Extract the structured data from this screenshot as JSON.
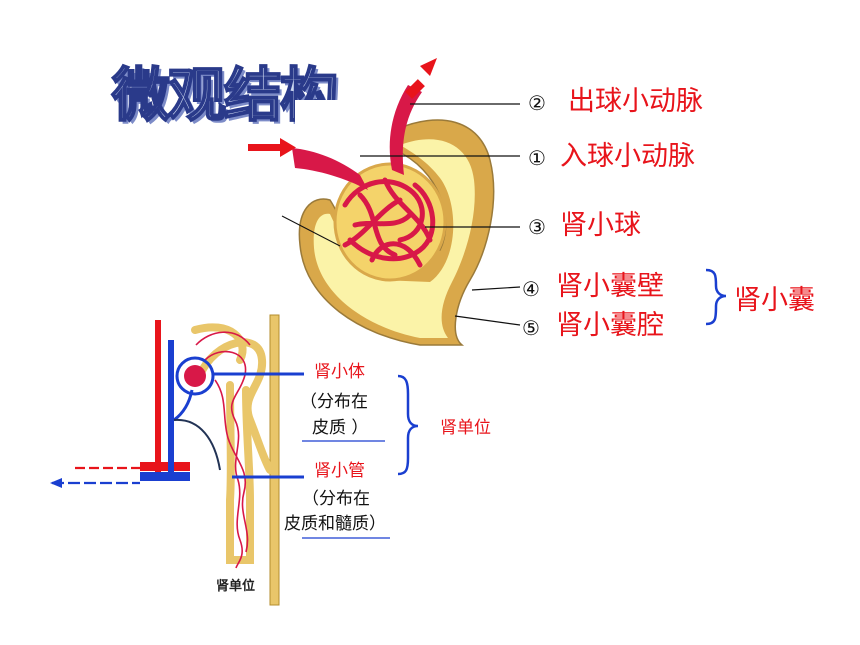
{
  "title": "微观结构",
  "top_labels": [
    {
      "num": "②",
      "text": "出球小动脉"
    },
    {
      "num": "①",
      "text": "入球小动脉"
    },
    {
      "num": "③",
      "text": "肾小球"
    },
    {
      "num": "④",
      "text": "肾小囊壁"
    },
    {
      "num": "⑤",
      "text": "肾小囊腔"
    }
  ],
  "capsule_group_label": "肾小囊",
  "nephron": {
    "corpuscle_label": "肾小体",
    "corpuscle_note_1": "（分布在",
    "corpuscle_note_2": "皮质 ）",
    "tubule_label": "肾小管",
    "tubule_note_1": "（分布在",
    "tubule_note_2": "皮质和髓质）",
    "group_label": "肾单位",
    "figure_caption": "肾单位"
  },
  "colors": {
    "red": "#e8141b",
    "blue": "#1a3fd0",
    "capsule_fill": "#fbf3a8",
    "capsule_wall": "#d9a84a",
    "vessel": "#d81848"
  }
}
